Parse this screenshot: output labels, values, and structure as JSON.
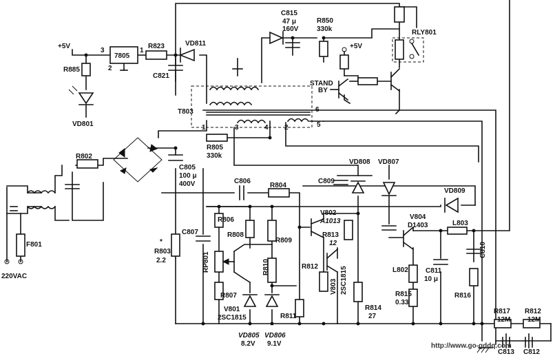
{
  "labels": {
    "plus5v_left": "+5V",
    "pin3": "3",
    "ic7805": "7805",
    "pin1": "1",
    "pin2": "2",
    "r823": "R823",
    "vd811": "VD811",
    "c815": "C815",
    "c815_val1": "47 μ",
    "c815_val2": "160V",
    "r850": "R850",
    "r850_val": "330k",
    "rly801": "RLY801",
    "plus5v_right": "+5V",
    "standby1": "STAND",
    "standby2": "BY",
    "r885": "R885",
    "c821": "C821",
    "vd801": "VD801",
    "t803": "T803",
    "t_pin6": "6",
    "t_pin1": "1",
    "t_pin3": "3",
    "t_pin4": "4",
    "t_pin2": "2",
    "t_pin5": "5",
    "r802": "R802",
    "r805": "R805",
    "r805_val": "330k",
    "c805": "C805",
    "c805_val1": "100 μ",
    "c805_val2": "400V",
    "vd808": "VD808",
    "vd807": "VD807",
    "c806": "C806",
    "r804": "R804",
    "c809": "C809",
    "vd809": "VD809",
    "v802": "V802",
    "a1013": "A1013",
    "v804": "V804",
    "d1403": "D1403",
    "l803": "L803",
    "r806": "R806",
    "r808": "R808",
    "r809": "R809",
    "r813": "R813",
    "r813_val": "12",
    "c807": "C807",
    "star": "*",
    "r803": "R803",
    "r803_val": "2.2",
    "rp801": "RP801",
    "r812": "R812",
    "v803": "V803",
    "c2sc1815a": "2SC1815",
    "l802": "L802",
    "c811": "C811",
    "c811_val": "10 μ",
    "c810": "C810",
    "f801": "F801",
    "r810": "R810",
    "r807": "R807",
    "v801": "V801",
    "c2sc1815b": "2SC1815",
    "r811": "R811",
    "r814": "R814",
    "r814_val": "27",
    "r815": "R815",
    "r815_val": "0.33",
    "r816": "R816",
    "r817": "R817",
    "r817_val": "12M",
    "r812b": "R812",
    "r812b_val": "12M",
    "vac": "220VAC",
    "vd805": "VD805",
    "vd805_val": "8.2V",
    "vd806": "VD806",
    "vd806_val": "9.1V",
    "c813": "C813",
    "c812": "C812",
    "watermark": "http://www.go-gddq.com"
  }
}
